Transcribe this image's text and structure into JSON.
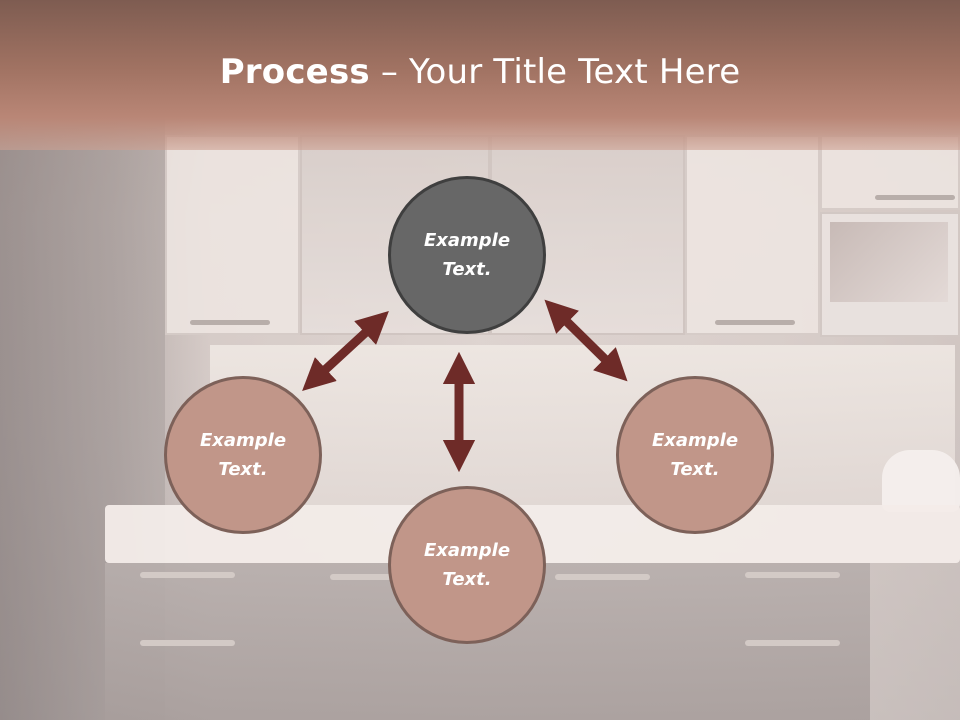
{
  "slide": {
    "title_bold": "Process",
    "title_rest": " – Your Title Text Here"
  },
  "nodes": {
    "top": "Example\nText.",
    "left": "Example\nText.",
    "right": "Example\nText.",
    "bottom": "Example\nText."
  },
  "colors": {
    "title_band": "#a07262",
    "center_node": "#676767",
    "outer_node": "#c19689",
    "arrow": "#6e2b28"
  }
}
